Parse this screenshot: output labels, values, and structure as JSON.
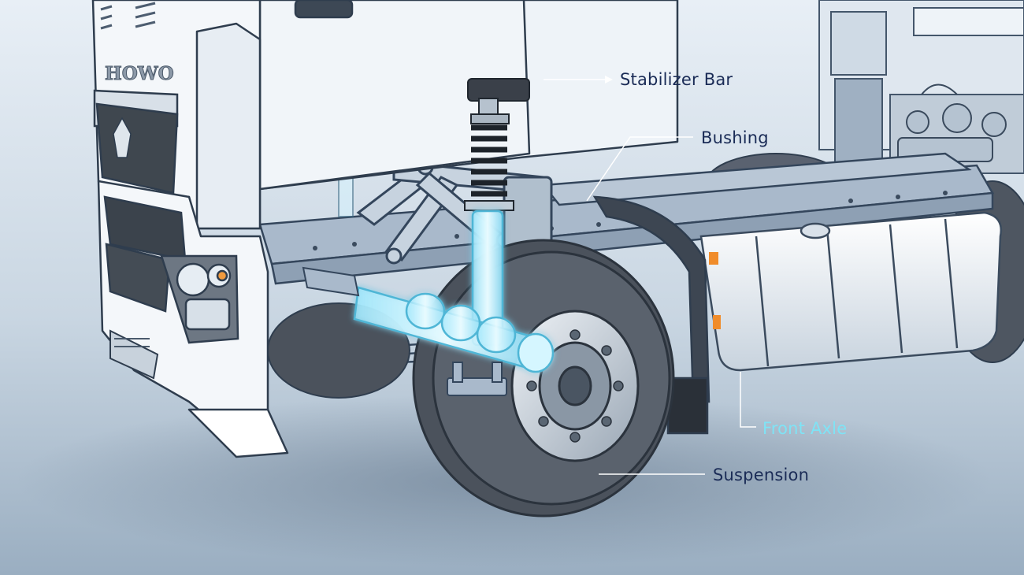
{
  "illustration": {
    "brand_badge": "HOWO",
    "colors": {
      "background_top": "#e6eef5",
      "background_bottom": "#9fb2c4",
      "cab_white": "#f4f7fa",
      "line": "#2f3d4e",
      "chassis": "#a9b9cb",
      "tire": "#4b525c",
      "highlight_cyan": "#bfefff",
      "label_navy": "#1a2b56",
      "label_cyan": "#7fe3f5"
    },
    "icons": [
      "howo-logo-icon",
      "truck-emblem-icon"
    ]
  },
  "callouts": [
    {
      "key": "stabilizer",
      "text": "Stabilizer Bar",
      "color": "#1a2b56"
    },
    {
      "key": "bushing",
      "text": "Bushing",
      "color": "#1a2b56"
    },
    {
      "key": "front_axle",
      "text": "Front Axle",
      "color": "#7fe3f5"
    },
    {
      "key": "suspension",
      "text": "Suspension",
      "color": "#1a2b56"
    }
  ]
}
